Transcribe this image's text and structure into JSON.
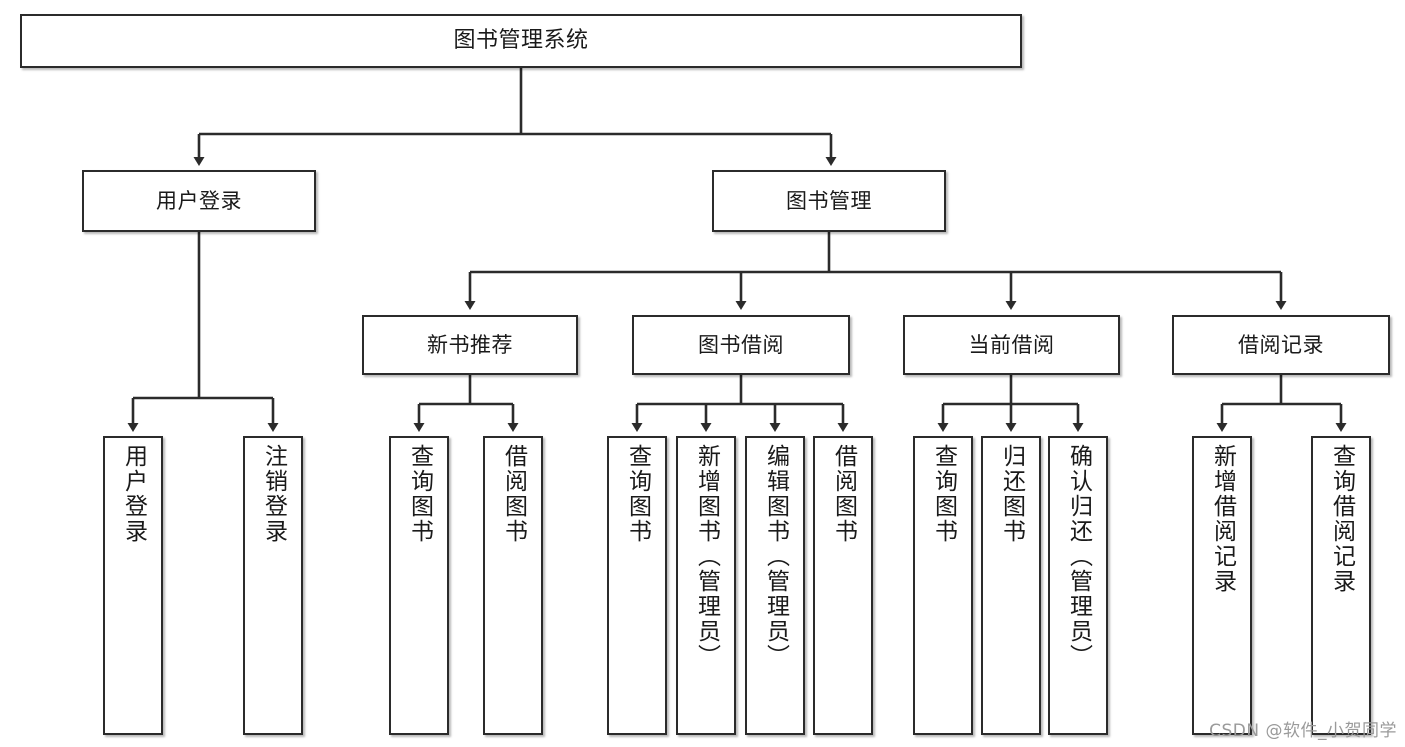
{
  "diagram": {
    "type": "tree-hierarchy-functional-decomposition",
    "title": "图书管理系统",
    "watermark": "CSDN @软件_小贺同学",
    "colors": {
      "box_border": "#2b2b2b",
      "box_fill": "#ffffff",
      "edge": "#2b2b2b",
      "text": "#1a1a1a",
      "watermark": "#9a9a9a",
      "background": "#ffffff"
    },
    "nodes": {
      "root": {
        "label": "图书管理系统",
        "level": 1
      },
      "level2": [
        {
          "id": "user-login",
          "label": "用户登录"
        },
        {
          "id": "book-manage",
          "label": "图书管理"
        }
      ],
      "level3": [
        {
          "id": "new-book-rec",
          "label": "新书推荐"
        },
        {
          "id": "book-borrow",
          "label": "图书借阅"
        },
        {
          "id": "current-borrow",
          "label": "当前借阅"
        },
        {
          "id": "borrow-record",
          "label": "借阅记录"
        }
      ],
      "leaves": {
        "user-login": [
          {
            "id": "leaf-user-login",
            "label": "用户登录"
          },
          {
            "id": "leaf-logout-login",
            "label": "注销登录"
          }
        ],
        "new-book-rec": [
          {
            "id": "leaf-query-book-1",
            "label": "查询图书"
          },
          {
            "id": "leaf-borrow-book-1",
            "label": "借阅图书"
          }
        ],
        "book-borrow": [
          {
            "id": "leaf-query-book-2",
            "label": "查询图书"
          },
          {
            "id": "leaf-add-book",
            "label": "新增图书（管理员）"
          },
          {
            "id": "leaf-edit-book",
            "label": "编辑图书（管理员）"
          },
          {
            "id": "leaf-borrow-book-2",
            "label": "借阅图书"
          }
        ],
        "current-borrow": [
          {
            "id": "leaf-query-book-3",
            "label": "查询图书"
          },
          {
            "id": "leaf-return-book",
            "label": "归还图书"
          },
          {
            "id": "leaf-confirm-return",
            "label": "确认归还（管理员）"
          }
        ],
        "borrow-record": [
          {
            "id": "leaf-add-record",
            "label": "新增借阅记录"
          },
          {
            "id": "leaf-query-record",
            "label": "查询借阅记录"
          }
        ]
      }
    }
  }
}
